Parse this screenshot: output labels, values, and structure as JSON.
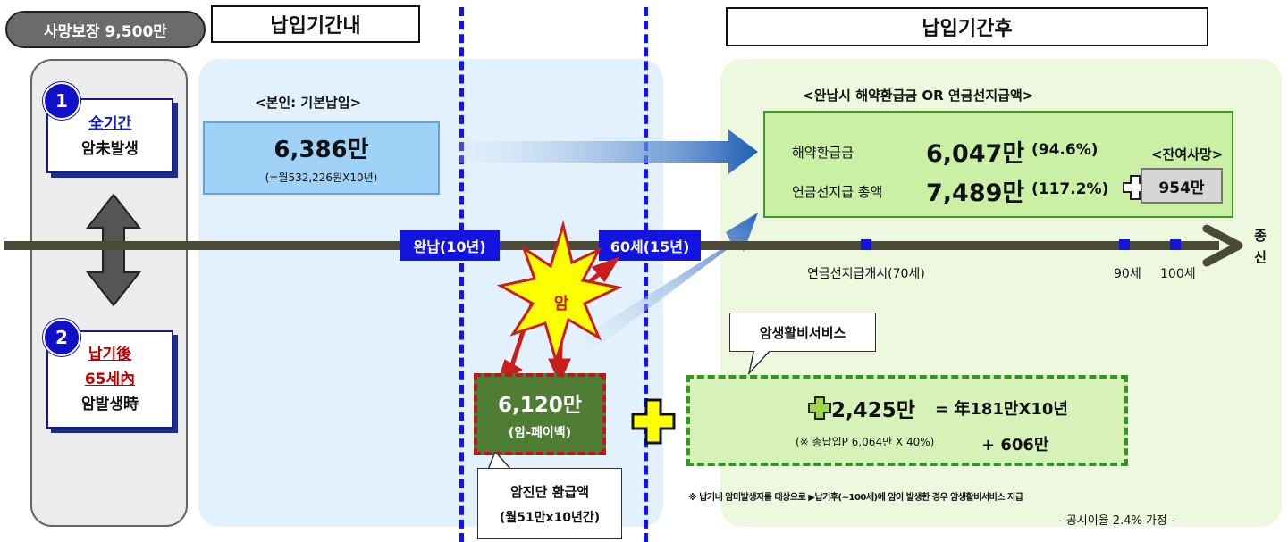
{
  "header": {
    "coverage_pill": "사망보장 9,500만",
    "during_period": "납입기간내",
    "after_period": "납입기간후"
  },
  "cases": [
    {
      "number": "1",
      "line1": "全기간",
      "line2": "암未발생"
    },
    {
      "number": "2",
      "line1": "납기後",
      "line2": "65세內",
      "line3": "암발생時"
    }
  ],
  "premium": {
    "label": "<본인: 기본납입>",
    "amount": "6,386만",
    "detail": "(=월532,226원X10년)"
  },
  "maturity": {
    "label": "<완납시 해약환급금 OR 연금선지급액>",
    "surrender_label": "해약환급금",
    "surrender_amount": "6,047만",
    "surrender_ratio": "(94.6%)",
    "annuity_label": "연금선지급 총액",
    "annuity_amount": "7,489만",
    "annuity_ratio": "(117.2%)",
    "residual_label": "<잔여사망>",
    "residual_amount": "954만"
  },
  "timeline": {
    "paid_up": "완납(10년)",
    "age60": "60세(15년)",
    "annuity_start": "연금선지급개시(70세)",
    "age90": "90세",
    "age100": "100세",
    "end": "종신"
  },
  "cancer": {
    "burst": "암",
    "payback_amount": "6,120만",
    "payback_label": "(암-페이백)",
    "callout_line1": "암진단 환급액",
    "callout_line2": "(월51만x10년간)"
  },
  "service": {
    "callout": "암생활비서비스",
    "amount": "2,425만",
    "equals": "= 年181만X10년",
    "note": "(※ 총납입P 6,064만 X 40%)",
    "plus": "+ 606만"
  },
  "footnote": "※ 납기내 암미발생자를 대상으로 ▶납기후(~100세)에 암이 발생한 경우 암생활비서비스 지급",
  "assumption": "- 공시이율 2.4% 가정 -",
  "colors": {
    "accent_blue": "#1414e0",
    "timeline": "#4a4a36",
    "payback_green": "#4e7d33",
    "burst_yellow": "#ffff00",
    "burst_red": "#c81e1e"
  }
}
